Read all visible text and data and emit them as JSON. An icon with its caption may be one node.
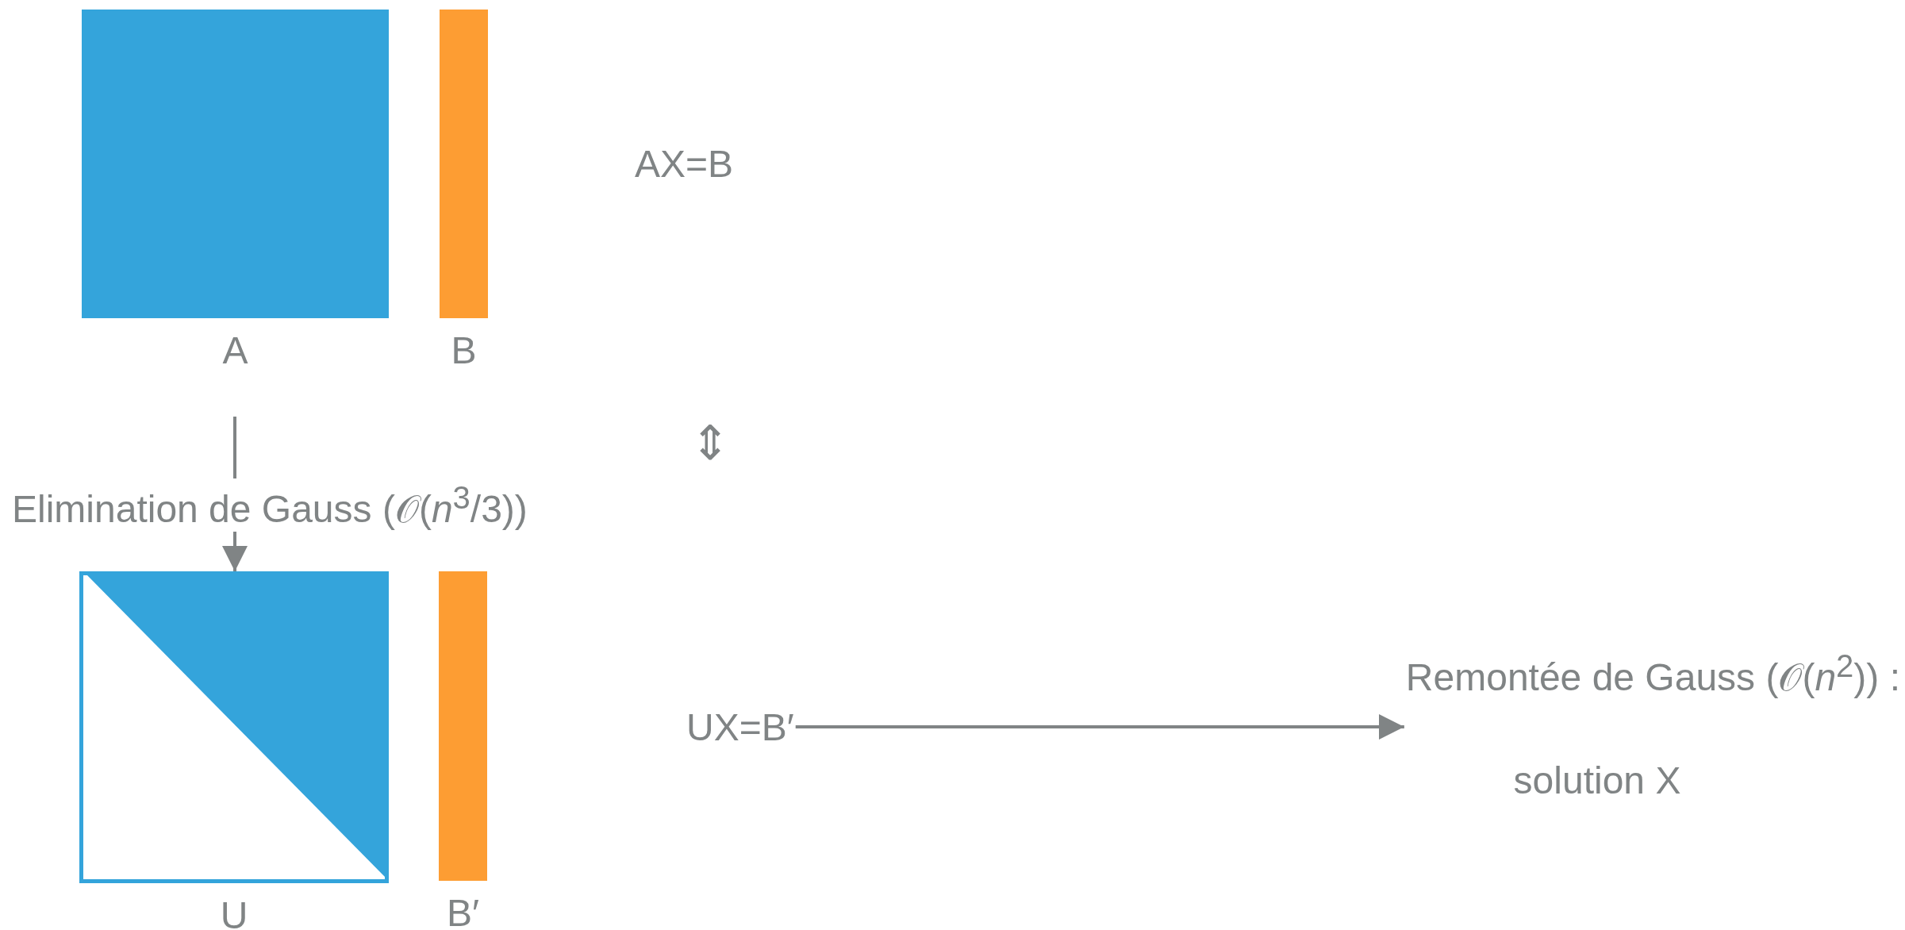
{
  "diagram": {
    "nodes": [
      {
        "text": [
          "A"
        ]
      },
      {
        "text": [
          "B"
        ]
      },
      {
        "text": [
          "AX=B"
        ]
      },
      {
        "text": [
          "U"
        ]
      },
      {
        "text": [
          "B′"
        ]
      },
      {
        "text": [
          "UX=B′"
        ]
      },
      {
        "text": [
          "Remontée de Gauss (𝒪(*n*$^{2}$)) :",
          "solution X"
        ]
      }
    ],
    "edges": [
      {
        "from": null,
        "to": 3,
        "arrow": "to",
        "label": "Elimination de Gauss (𝒪(*n*$^{3}$/3))"
      },
      {
        "from": 5,
        "to": 6,
        "arrow": "to"
      }
    ],
    "labels": [
      "⇕"
    ]
  }
}
